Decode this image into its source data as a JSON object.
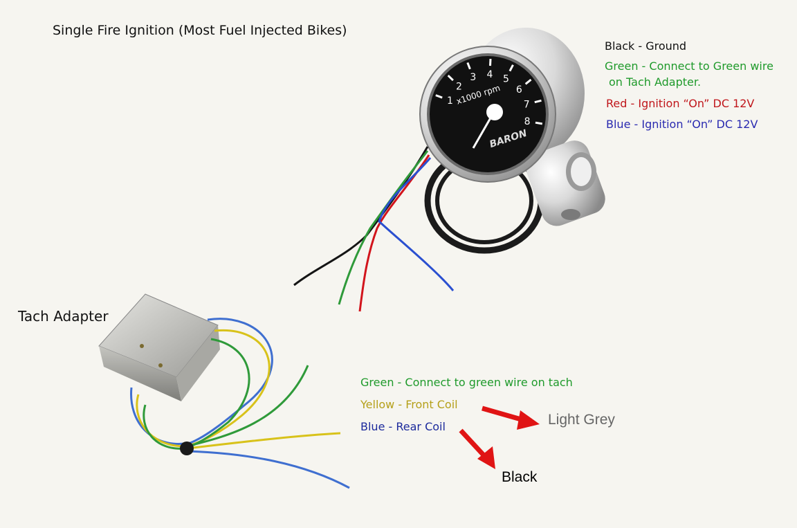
{
  "title": "Single Fire Ignition (Most Fuel Injected Bikes)",
  "tach_adapter_label": "Tach Adapter",
  "tach_wires": [
    {
      "text": "Black - Ground",
      "color": "#111111"
    },
    {
      "text": "Green - Connect to Green wire",
      "color": "#1f9a2b"
    },
    {
      "text": "on Tach Adapter.",
      "color": "#1f9a2b"
    },
    {
      "text": "Red - Ignition “On” DC 12V",
      "color": "#c0161b"
    },
    {
      "text": "Blue - Ignition “On” DC 12V",
      "color": "#2a2ab0"
    }
  ],
  "adapter_wires": [
    {
      "text": "Green - Connect to green wire on tach",
      "color": "#1f9a2b"
    },
    {
      "text": "Yellow - Front Coil",
      "color": "#b5a01a"
    },
    {
      "text": "Blue - Rear Coil",
      "color": "#1c2a9c"
    }
  ],
  "notes": {
    "light_grey": {
      "text": "Light Grey",
      "color": "#666666"
    },
    "black": {
      "text": "Black",
      "color": "#000000"
    }
  },
  "gauge": {
    "numbers": [
      "1",
      "2",
      "3",
      "4",
      "5",
      "6",
      "7",
      "8"
    ],
    "unit": "x1000 rpm",
    "brand": "BARON"
  },
  "colors": {
    "arrow": "#e01414",
    "wire_black": "#151515",
    "wire_green": "#2f9a3a",
    "wire_red": "#d2141c",
    "wire_blue": "#2a4fd0",
    "wire_yellow": "#d8c21a",
    "adapter_wire_blue": "#3f6fd0"
  }
}
